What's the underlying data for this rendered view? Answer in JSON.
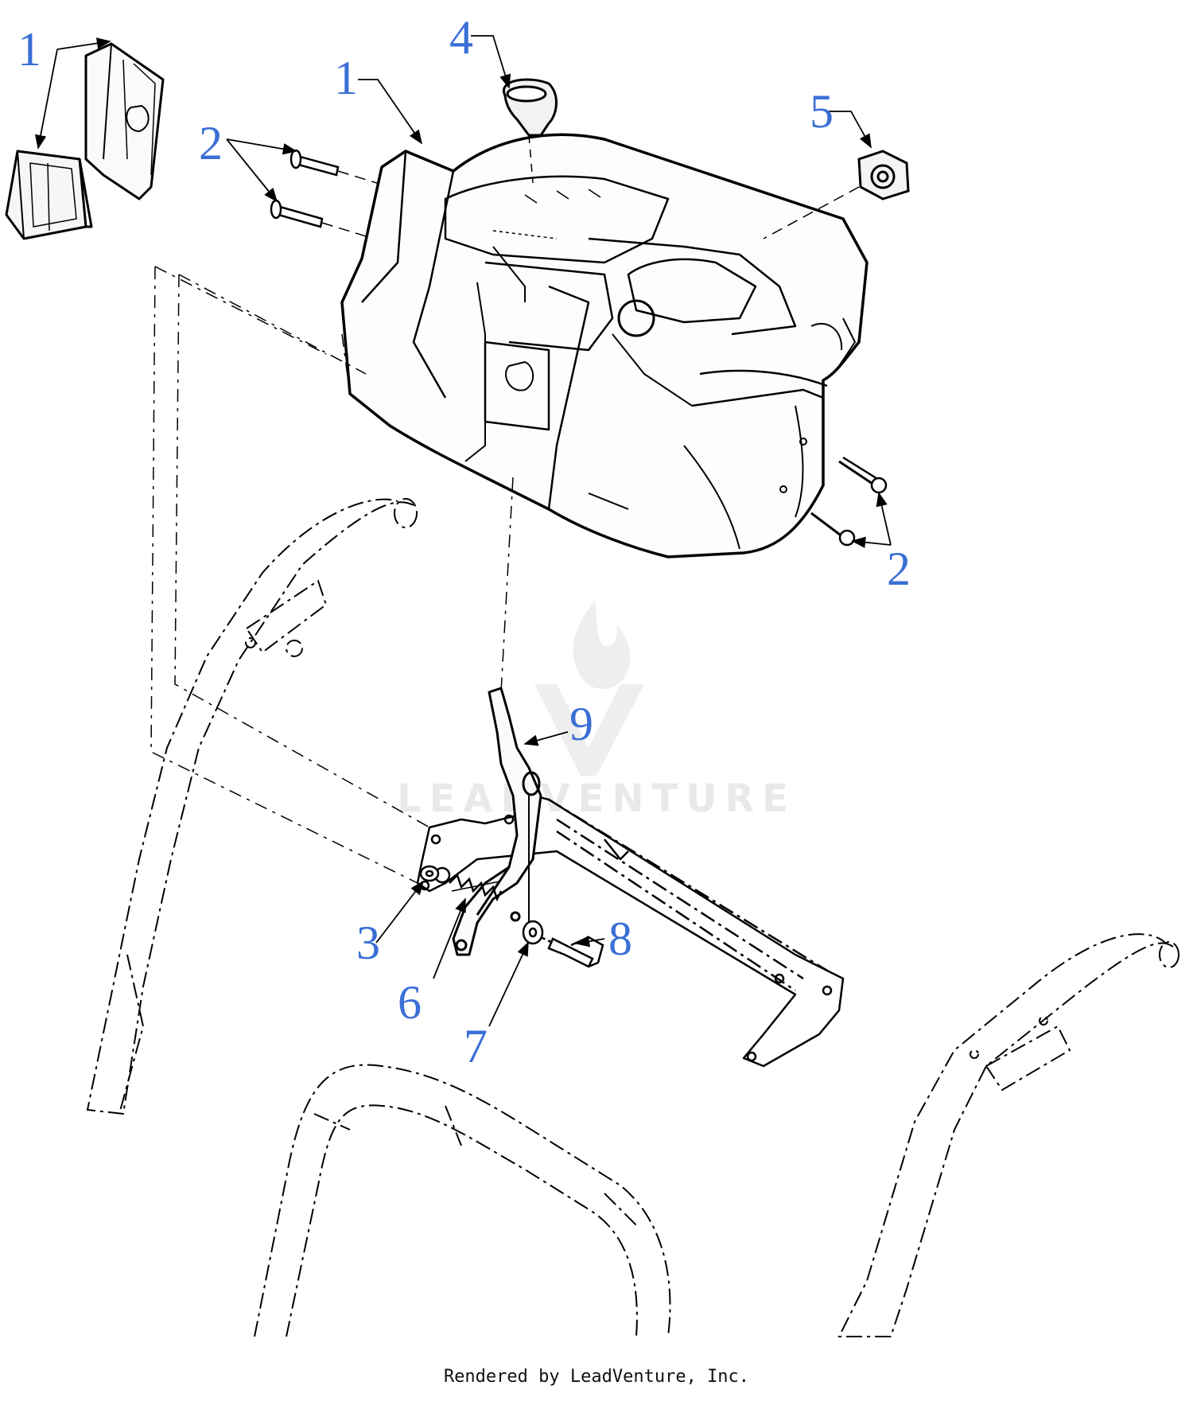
{
  "callouts": [
    {
      "id": "c1a",
      "label": "1"
    },
    {
      "id": "c1b",
      "label": "1"
    },
    {
      "id": "c2a",
      "label": "2"
    },
    {
      "id": "c2b",
      "label": "2"
    },
    {
      "id": "c3",
      "label": "3"
    },
    {
      "id": "c4",
      "label": "4"
    },
    {
      "id": "c5",
      "label": "5"
    },
    {
      "id": "c6",
      "label": "6"
    },
    {
      "id": "c7",
      "label": "7"
    },
    {
      "id": "c8",
      "label": "8"
    },
    {
      "id": "c9",
      "label": "9"
    }
  ],
  "watermark": {
    "text": "LEADVENTURE"
  },
  "footer": {
    "text": "Rendered by LeadVenture, Inc."
  },
  "colors": {
    "callout": "#3b6fd6",
    "line": "#000000",
    "watermark": "#e6e6e6"
  }
}
